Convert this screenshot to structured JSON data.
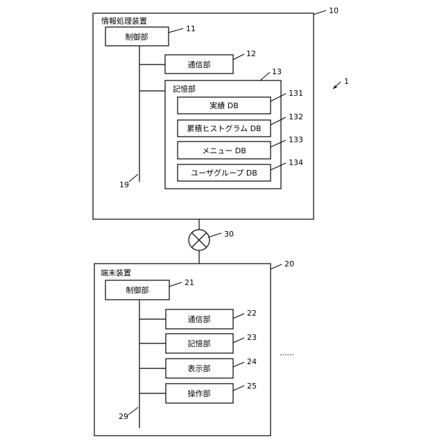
{
  "system_ref": "1",
  "info_device": {
    "title": "情報処理装置",
    "ref": "10",
    "control": {
      "label": "制御部",
      "ref": "11"
    },
    "comm": {
      "label": "通信部",
      "ref": "12"
    },
    "storage": {
      "label": "記憶部",
      "ref": "13",
      "dbs": [
        {
          "label": "実績 DB",
          "ref": "131"
        },
        {
          "label": "累積ヒストグラム DB",
          "ref": "132"
        },
        {
          "label": "メニュー DB",
          "ref": "133"
        },
        {
          "label": "ユーザグループ DB",
          "ref": "134"
        }
      ]
    },
    "bus_ref": "19"
  },
  "network": {
    "ref": "30"
  },
  "terminal": {
    "title": "端末装置",
    "ref": "20",
    "control": {
      "label": "制御部",
      "ref": "21"
    },
    "units": [
      {
        "label": "通信部",
        "ref": "22"
      },
      {
        "label": "記憶部",
        "ref": "23"
      },
      {
        "label": "表示部",
        "ref": "24"
      },
      {
        "label": "操作部",
        "ref": "25"
      }
    ],
    "bus_ref": "29"
  },
  "ellipsis": "......"
}
